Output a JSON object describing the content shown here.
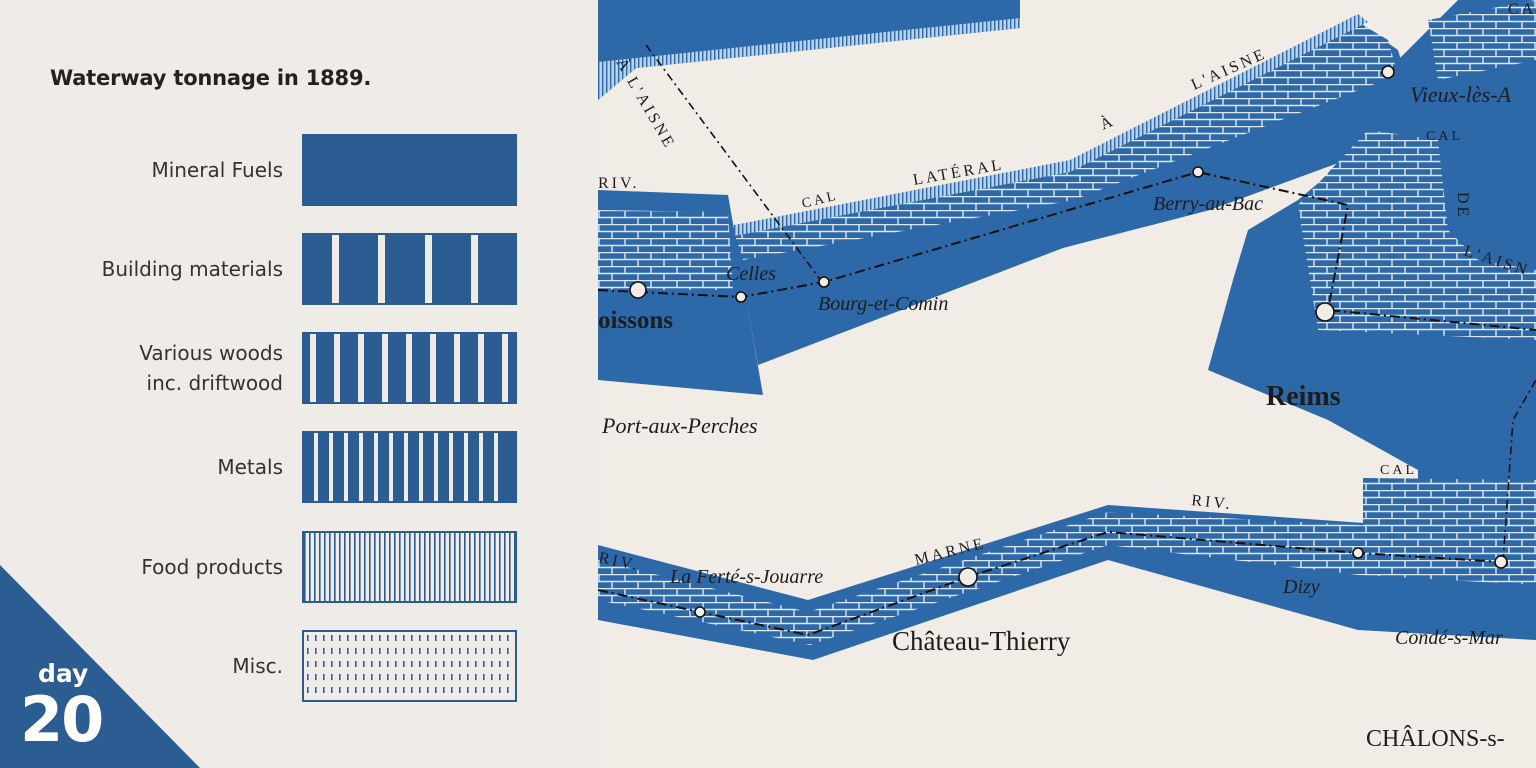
{
  "legend": {
    "title": "Waterway tonnage in 1889.",
    "items": [
      {
        "label": "Mineral Fuels",
        "pattern": "solid"
      },
      {
        "label": "Building materials",
        "pattern": "wide-stripes"
      },
      {
        "label": "Various woods\ninc. driftwood",
        "pattern": "stripes"
      },
      {
        "label": "Metals",
        "pattern": "dense-stripes"
      },
      {
        "label": "Food products",
        "pattern": "fine-lines"
      },
      {
        "label": "Misc.",
        "pattern": "dotted"
      }
    ]
  },
  "badge": {
    "word": "day",
    "number": "20"
  },
  "colors": {
    "map_blue": "#2d68a8",
    "legend_blue": "#2b5d92",
    "paper": "#efebe6"
  },
  "map": {
    "places": {
      "soissons": "oissons",
      "port_aux_perches": "Port-aux-Perches",
      "celles": "Celles",
      "bourg_et_comin": "Bourg-et-Comin",
      "berry_au_bac": "Berry-au-Bac",
      "vieux_les": "Vieux-lès-A",
      "reims": "Reims",
      "la_ferte": "La Ferté-s-Jouarre",
      "chateau_thierry": "Château-Thierry",
      "dizy": "Dizy",
      "conde": "Condé-s-Mar",
      "chalons": "CHÂLONS-s-"
    },
    "waterways": {
      "a_laisne_diag": "À L'AISNE",
      "riv_left": "RIV.",
      "cal": "CAL",
      "lateral": "LATÉRAL",
      "a": "À",
      "laisne": "L'AISNE",
      "cal_right": "CAL",
      "de": "DE",
      "laisn_right": "L'AISN",
      "cal_bottom_right": "CAL",
      "riv_bottom_left": "RIV.",
      "marne": "MARNE",
      "riv_marne": "RIV.",
      "ca_top": "CA"
    }
  }
}
